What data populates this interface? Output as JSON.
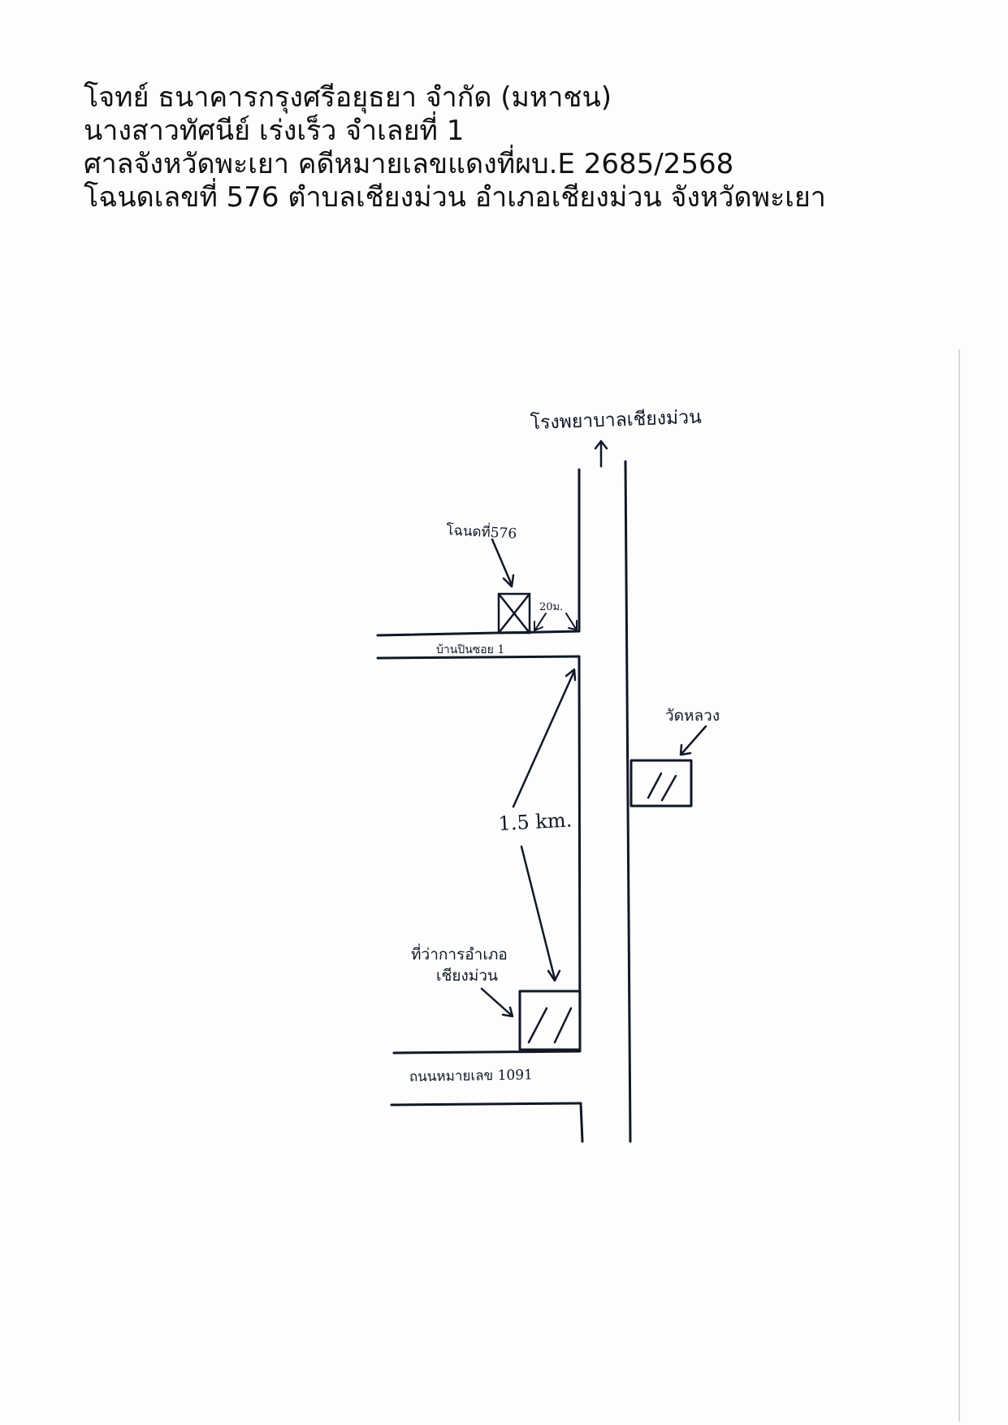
{
  "header": {
    "line1": "โจทย์ ธนาคารกรุงศรีอยุธยา จำกัด (มหาชน)",
    "line2": "นางสาวทัศนีย์ เร่งเร็ว จำเลยที่ 1",
    "line3": "ศาลจังหวัดพะเยา คดีหมายเลขแดงที่ผบ.E 2685/2568",
    "line4": "โฉนดเลขที่ 576 ตำบลเชียงม่วน อำเภอเชียงม่วน จังหวัดพะเยา"
  },
  "map": {
    "hospital_label": "โรงพยาบาลเชียงม่วน",
    "deed_label": "โฉนดที่576",
    "distance_20m": "20ม.",
    "soi_label": "บ้านปินซอย 1",
    "temple_label": "วัดหลวง",
    "distance_main": "1.5 km.",
    "district_office_line1": "ที่ว่าการอำเภอ",
    "district_office_line2": "เชียงม่วน",
    "highway_label": "ถนนหมายเลข 1091"
  }
}
